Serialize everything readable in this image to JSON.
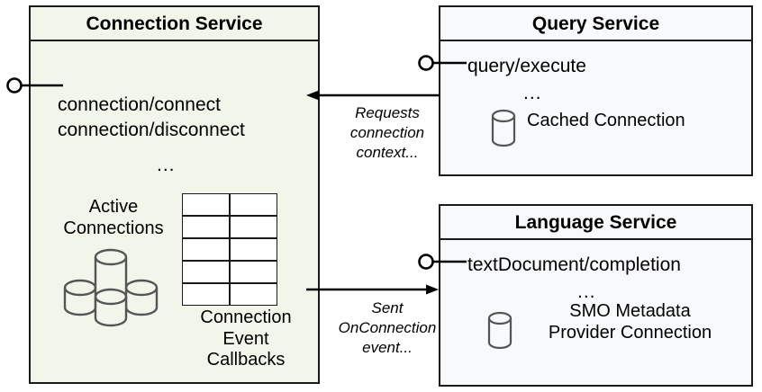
{
  "diagram": {
    "type": "component-diagram",
    "colors": {
      "connection_service_fill": "#f2f5ea",
      "service_fill": "#f8f9fb",
      "stroke": "#1a1a1a",
      "cylinder_stroke": "#555555",
      "background": "#ffffff"
    }
  },
  "connection_service": {
    "title": "Connection Service",
    "operations": "connection/connect\nconnection/disconnect",
    "operations_list": [
      "connection/connect",
      "connection/disconnect"
    ],
    "ellipsis": "...",
    "active_connections_label": "Active\nConnections",
    "callbacks_label": "Connection\nEvent\nCallbacks",
    "cylinder_count": 4,
    "grid": {
      "rows": 5,
      "columns": 2,
      "cells": 10
    },
    "interface_port": "lollipop-provided-interface"
  },
  "query_service": {
    "title": "Query Service",
    "operations": "query/execute",
    "operations_list": [
      "query/execute"
    ],
    "ellipsis": "...",
    "datastore_label": "Cached Connection",
    "interface_port": "lollipop-provided-interface"
  },
  "language_service": {
    "title": "Language Service",
    "operations": "textDocument/completion",
    "operations_list": [
      "textDocument/completion"
    ],
    "ellipsis": "...",
    "datastore_label": "SMO Metadata\nProvider Connection",
    "interface_port": "lollipop-provided-interface"
  },
  "edges": [
    {
      "id": "requests-connection-context",
      "label": "Requests\nconnection\ncontext...",
      "from": "query_service",
      "to": "connection_service",
      "direction": "left"
    },
    {
      "id": "sent-onconnection-event",
      "label": "Sent\nOnConnection\nevent...",
      "from": "connection_service",
      "to": "language_service",
      "direction": "right"
    }
  ]
}
